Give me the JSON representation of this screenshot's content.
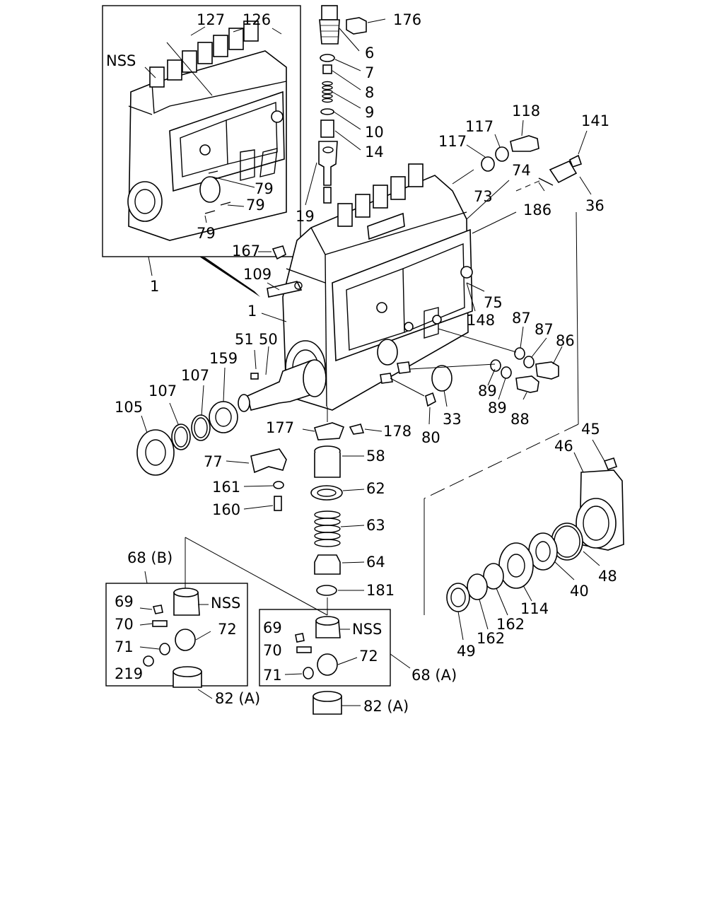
{
  "diagram": {
    "callouts": {
      "c127": "127",
      "c126": "126",
      "c176": "176",
      "nss_top": "NSS",
      "c6": "6",
      "c7": "7",
      "c8": "8",
      "c9": "9",
      "c10": "10",
      "c14": "14",
      "c118": "118",
      "c117a": "117",
      "c117b": "117",
      "c141": "141",
      "c74": "74",
      "c73": "73",
      "c186": "186",
      "c36": "36",
      "c79a": "79",
      "c79b": "79",
      "c79c": "79",
      "c19": "19",
      "c1a": "1",
      "c167": "167",
      "c109": "109",
      "c1b": "1",
      "c75": "75",
      "c148": "148",
      "c87a": "87",
      "c87b": "87",
      "c86": "86",
      "c51": "51",
      "c50": "50",
      "c159": "159",
      "c107a": "107",
      "c107b": "107",
      "c105": "105",
      "c89a": "89",
      "c89b": "89",
      "c33": "33",
      "c88": "88",
      "c80": "80",
      "c177": "177",
      "c178": "178",
      "c58": "58",
      "c77": "77",
      "c45": "45",
      "c46": "46",
      "c161": "161",
      "c62": "62",
      "c160": "160",
      "c63": "63",
      "c68b": "68 (B)",
      "c64": "64",
      "c48": "48",
      "c181": "181",
      "c40": "40",
      "c69a": "69",
      "nss_b": "NSS",
      "c70a": "70",
      "c72a": "72",
      "c71a": "71",
      "c219": "219",
      "c114": "114",
      "c69b": "69",
      "nss_a": "NSS",
      "c162a": "162",
      "c162b": "162",
      "c70b": "70",
      "c72b": "72",
      "c49": "49",
      "c71b": "71",
      "c68a": "68 (A)",
      "c82a": "82 (A)",
      "c82b": "82 (A)"
    }
  }
}
